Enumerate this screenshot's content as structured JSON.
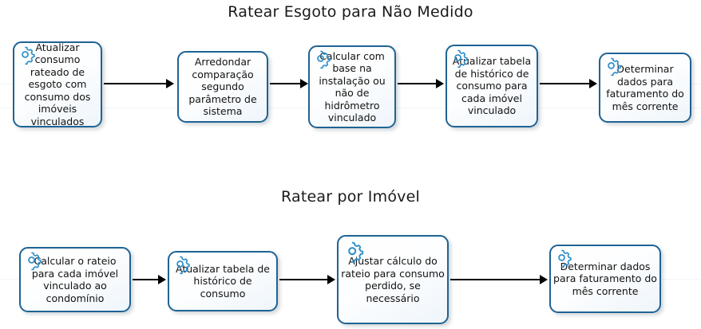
{
  "document": {
    "title_top": "Ratear Esgoto para Não Medido",
    "title_bottom": "Ratear por Imóvel"
  },
  "colors": {
    "box_border": "#1f6393",
    "box_fill_light": "#ffffff",
    "box_fill_shade": "#eef5fb",
    "gear_icon": "#2f8fc9",
    "arrow": "#000000",
    "text": "#121212"
  },
  "flow_top": {
    "name": "Ratear Esgoto para Não Medido",
    "nodes": [
      {
        "id": "atualizar-consumo-rateado",
        "icon": "gear-icon",
        "has_icon": true,
        "label": "Atualizar consumo rateado de esgoto com consumo dos imóveis vinculados"
      },
      {
        "id": "arredondar-comparacao",
        "icon": "",
        "has_icon": false,
        "label": "Arredondar comparação segundo parâmetro de sistema"
      },
      {
        "id": "calcular-com-base-instalacao",
        "icon": "gear-icon",
        "has_icon": true,
        "label": "Calcular com base na instalação ou não de hidrômetro vinculado"
      },
      {
        "id": "atualizar-tabela-historico",
        "icon": "gear-icon",
        "has_icon": true,
        "label": "Atualizar tabela de histórico de consumo para cada imóvel vinculado"
      },
      {
        "id": "determinar-dados-faturamento",
        "icon": "gear-icon",
        "has_icon": true,
        "label": "Determinar dados para faturamento do mês corrente"
      }
    ],
    "connectors": 4
  },
  "flow_bottom": {
    "name": "Ratear por Imóvel",
    "nodes": [
      {
        "id": "calcular-rateio-condominio",
        "icon": "gear-icon",
        "has_icon": true,
        "label": "Calcular o rateio para cada imóvel vinculado ao condomínio"
      },
      {
        "id": "atualizar-tabela-historico-consumo",
        "icon": "gear-icon",
        "has_icon": true,
        "label": "Atualizar tabela de histórico de consumo"
      },
      {
        "id": "ajustar-calculo-rateio",
        "icon": "gear-icon",
        "has_icon": true,
        "label": "Ajustar cálculo do rateio para consumo perdido, se necessário"
      },
      {
        "id": "determinar-dados-faturamento-2",
        "icon": "gear-icon",
        "has_icon": true,
        "label": "Determinar dados para faturamento do mês corrente"
      }
    ],
    "connectors": 3
  }
}
